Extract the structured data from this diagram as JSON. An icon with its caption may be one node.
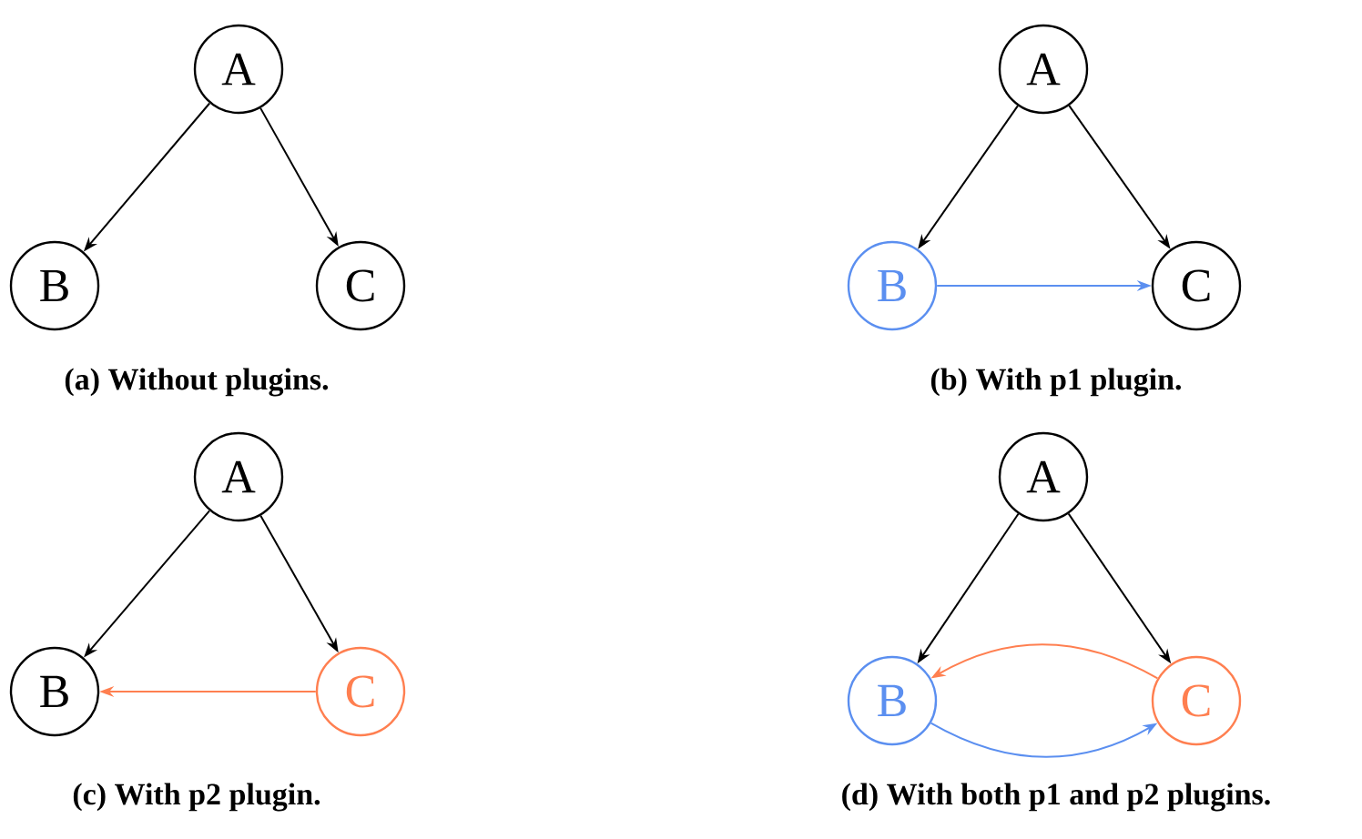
{
  "diagram": {
    "nodes": [
      {
        "text": [
          "A"
        ]
      },
      {
        "text": [
          "B"
        ]
      },
      {
        "text": [
          "C"
        ]
      },
      {
        "text": [
          "A"
        ]
      },
      {
        "text": [
          "B"
        ]
      },
      {
        "text": [
          "C"
        ]
      },
      {
        "text": [
          "A"
        ]
      },
      {
        "text": [
          "B"
        ]
      },
      {
        "text": [
          "C"
        ]
      },
      {
        "text": [
          "A"
        ]
      },
      {
        "text": [
          "B"
        ]
      },
      {
        "text": [
          "C"
        ]
      }
    ],
    "edges": [
      {
        "from": 0,
        "to": 1,
        "arrow": "to"
      },
      {
        "from": 0,
        "to": 2,
        "arrow": "to"
      },
      {
        "from": 3,
        "to": 4,
        "arrow": "to"
      },
      {
        "from": 3,
        "to": 5,
        "arrow": "to"
      },
      {
        "from": 4,
        "to": 5,
        "arrow": "to",
        "color": "#5b8ff0"
      },
      {
        "from": 6,
        "to": 7,
        "arrow": "to"
      },
      {
        "from": 6,
        "to": 8,
        "arrow": "to"
      },
      {
        "from": 8,
        "to": 7,
        "arrow": "to",
        "color": "#ff7f50"
      },
      {
        "from": 9,
        "to": 10,
        "arrow": "to"
      },
      {
        "from": 9,
        "to": 11,
        "arrow": "to"
      },
      {
        "from": 11,
        "to": 10,
        "arrow": "to",
        "color": "#ff7f50"
      },
      {
        "from": 10,
        "to": 11,
        "arrow": "to",
        "color": "#5b8ff0"
      }
    ],
    "labels": [
      "(a) Without plugins.",
      "(b) With p1 plugin.",
      "(c) With p2 plugin.",
      "(d) With both p1 and p2 plugins."
    ]
  }
}
